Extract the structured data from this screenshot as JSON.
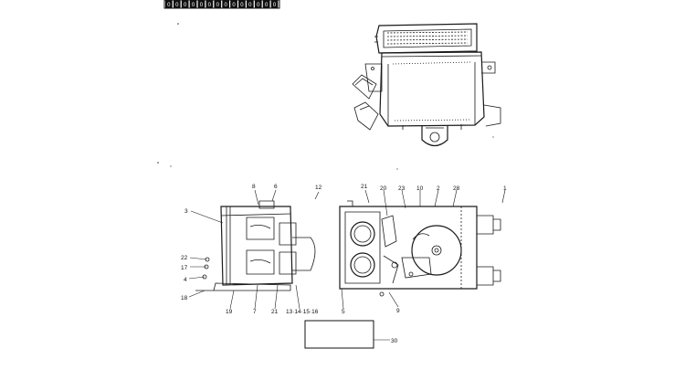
{
  "header": {
    "code_boxes": [
      "0",
      "0",
      "0",
      "0",
      "0",
      "0",
      "0",
      "0",
      "0",
      "0",
      "0",
      "0",
      "0",
      "0"
    ]
  },
  "diagram": {
    "callouts": [
      {
        "id": "c8",
        "text": "8"
      },
      {
        "id": "c6",
        "text": "6"
      },
      {
        "id": "c12",
        "text": "12"
      },
      {
        "id": "c3",
        "text": "3"
      },
      {
        "id": "c22",
        "text": "22"
      },
      {
        "id": "c17",
        "text": "17"
      },
      {
        "id": "c4",
        "text": "4"
      },
      {
        "id": "c18",
        "text": "18"
      },
      {
        "id": "c19",
        "text": "19"
      },
      {
        "id": "c7",
        "text": "7"
      },
      {
        "id": "c21b",
        "text": "21"
      },
      {
        "id": "c13",
        "text": "13·14·15·16"
      },
      {
        "id": "c5",
        "text": "5"
      },
      {
        "id": "c21a",
        "text": "21"
      },
      {
        "id": "c20",
        "text": "20"
      },
      {
        "id": "c23",
        "text": "23"
      },
      {
        "id": "c10",
        "text": "10"
      },
      {
        "id": "c2",
        "text": "2"
      },
      {
        "id": "c28",
        "text": "28"
      },
      {
        "id": "c1",
        "text": "1"
      },
      {
        "id": "c9",
        "text": "9"
      },
      {
        "id": "c30",
        "text": "30"
      }
    ]
  }
}
